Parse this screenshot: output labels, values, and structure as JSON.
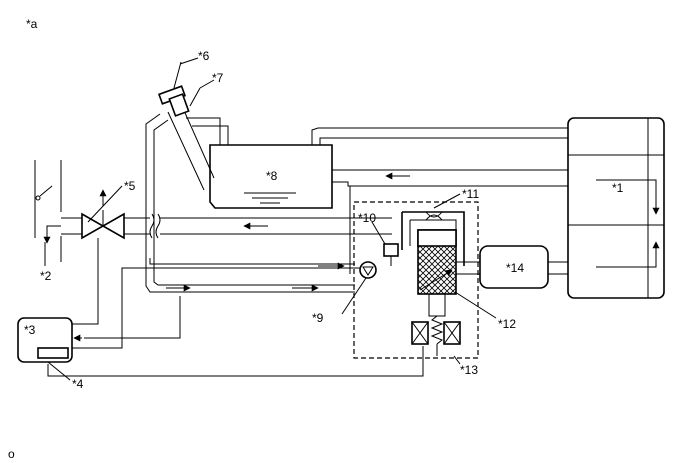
{
  "diagram": {
    "labels": {
      "a": "*a",
      "n1": "*1",
      "n2": "*2",
      "n3": "*3",
      "n4": "*4",
      "n5": "*5",
      "n6": "*6",
      "n7": "*7",
      "n8": "*8",
      "n9": "*9",
      "n10": "*10",
      "n11": "*11",
      "n12": "*12",
      "n13": "*13",
      "n14": "*14"
    },
    "footer": "o"
  }
}
